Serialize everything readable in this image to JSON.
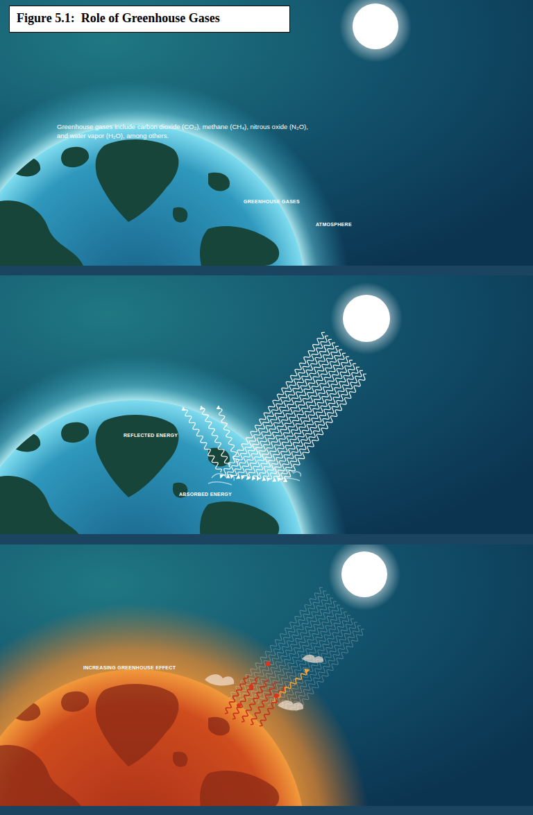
{
  "diagram": {
    "title": "Figure 5.1:  Role of Greenhouse Gases",
    "labels": [
      "Greenhouse gases include carbon dioxide (CO₂), methane (CH₄), nitrous oxide (N₂O), and water vapor (H₂O), among others.",
      "GREENHOUSE GASES",
      "ATMOSPHERE",
      "REFLECTED ENERGY",
      "ABSORBED ENERGY",
      "INCREASING GREENHOUSE EFFECT"
    ]
  }
}
